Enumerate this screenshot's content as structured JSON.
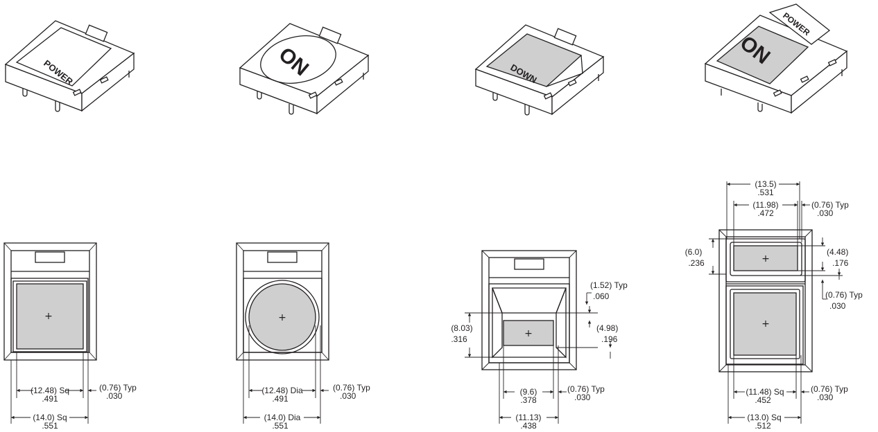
{
  "legends": {
    "power": "POWER",
    "on": "ON",
    "down": "DOWN"
  },
  "center_mark": "+",
  "views": {
    "square": {
      "cap_metric": "(12.48) Sq",
      "cap_inch": ".491",
      "gap_metric": "(0.76) Typ",
      "gap_inch": ".030",
      "outer_metric": "(14.0) Sq",
      "outer_inch": ".551"
    },
    "round": {
      "cap_metric": "(12.48) Dia",
      "cap_inch": ".491",
      "gap_metric": "(0.76) Typ",
      "gap_inch": ".030",
      "outer_metric": "(14.0) Dia",
      "outer_inch": ".551"
    },
    "rocker": {
      "top_metric": "(1.52) Typ",
      "top_inch": ".060",
      "height_metric": "(8.03)",
      "height_inch": ".316",
      "window_metric": "(4.98)",
      "window_inch": ".196",
      "cap_metric": "(9.6)",
      "cap_inch": ".378",
      "gap_metric": "(0.76) Typ",
      "gap_inch": ".030",
      "outer_metric": "(11.13)",
      "outer_inch": ".438"
    },
    "dual": {
      "width_metric": "(13.5)",
      "width_inch": ".531",
      "inner_metric": "(11.98)",
      "inner_inch": ".472",
      "gap_top_metric": "(0.76) Typ",
      "gap_top_inch": ".030",
      "legend_h_metric": "(6.0)",
      "legend_h_inch": ".236",
      "window_metric": "(4.48)",
      "window_inch": ".176",
      "gap_side_metric": "(0.76) Typ",
      "gap_side_inch": ".030",
      "cap_metric": "(11.48) Sq",
      "cap_inch": ".452",
      "gap_bottom_metric": "(0.76) Typ",
      "gap_bottom_inch": ".030",
      "outer_metric": "(13.0) Sq",
      "outer_inch": ".512"
    }
  }
}
